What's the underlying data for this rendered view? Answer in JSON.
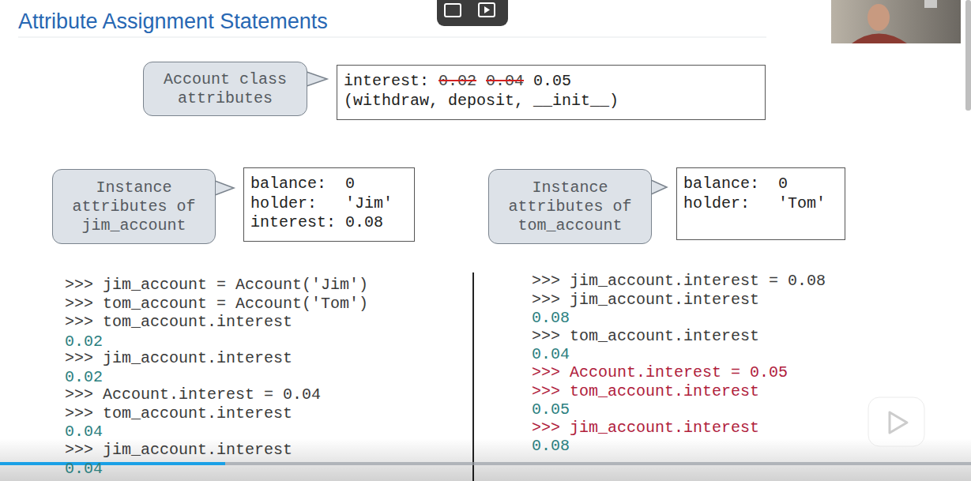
{
  "diagram": {
    "title": "Attribute Assignment Statements",
    "nodes": [
      {
        "text": [
          "Account class attributes"
        ]
      },
      {
        "text": [
          "interest:",
          "0.02",
          "0.04",
          "0.05",
          "(withdraw, deposit, __init__)"
        ]
      },
      {
        "text": [
          "Instance attributes of jim_account"
        ]
      },
      {
        "text": [
          "balance:  0",
          "holder:   'Jim'",
          "interest: 0.08"
        ]
      },
      {
        "text": [
          "Instance attributes of tom_account"
        ]
      },
      {
        "text": [
          "balance:  0",
          "holder:   'Tom'"
        ]
      }
    ],
    "labels": [
      ">>> jim_account = Account('Jim')",
      ">>> tom_account = Account('Tom')",
      ">>> tom_account.interest",
      "0.02",
      ">>> jim_account.interest",
      "0.02",
      ">>> Account.interest = 0.04",
      ">>> tom_account.interest",
      "0.04",
      ">>> jim_account.interest",
      "0.04",
      ">>> jim_account.interest = 0.08",
      ">>> jim_account.interest",
      "0.08",
      ">>> tom_account.interest",
      "0.04",
      ">>> Account.interest = 0.05",
      ">>> tom_account.interest",
      "0.05",
      ">>> jim_account.interest",
      "0.08"
    ]
  }
}
